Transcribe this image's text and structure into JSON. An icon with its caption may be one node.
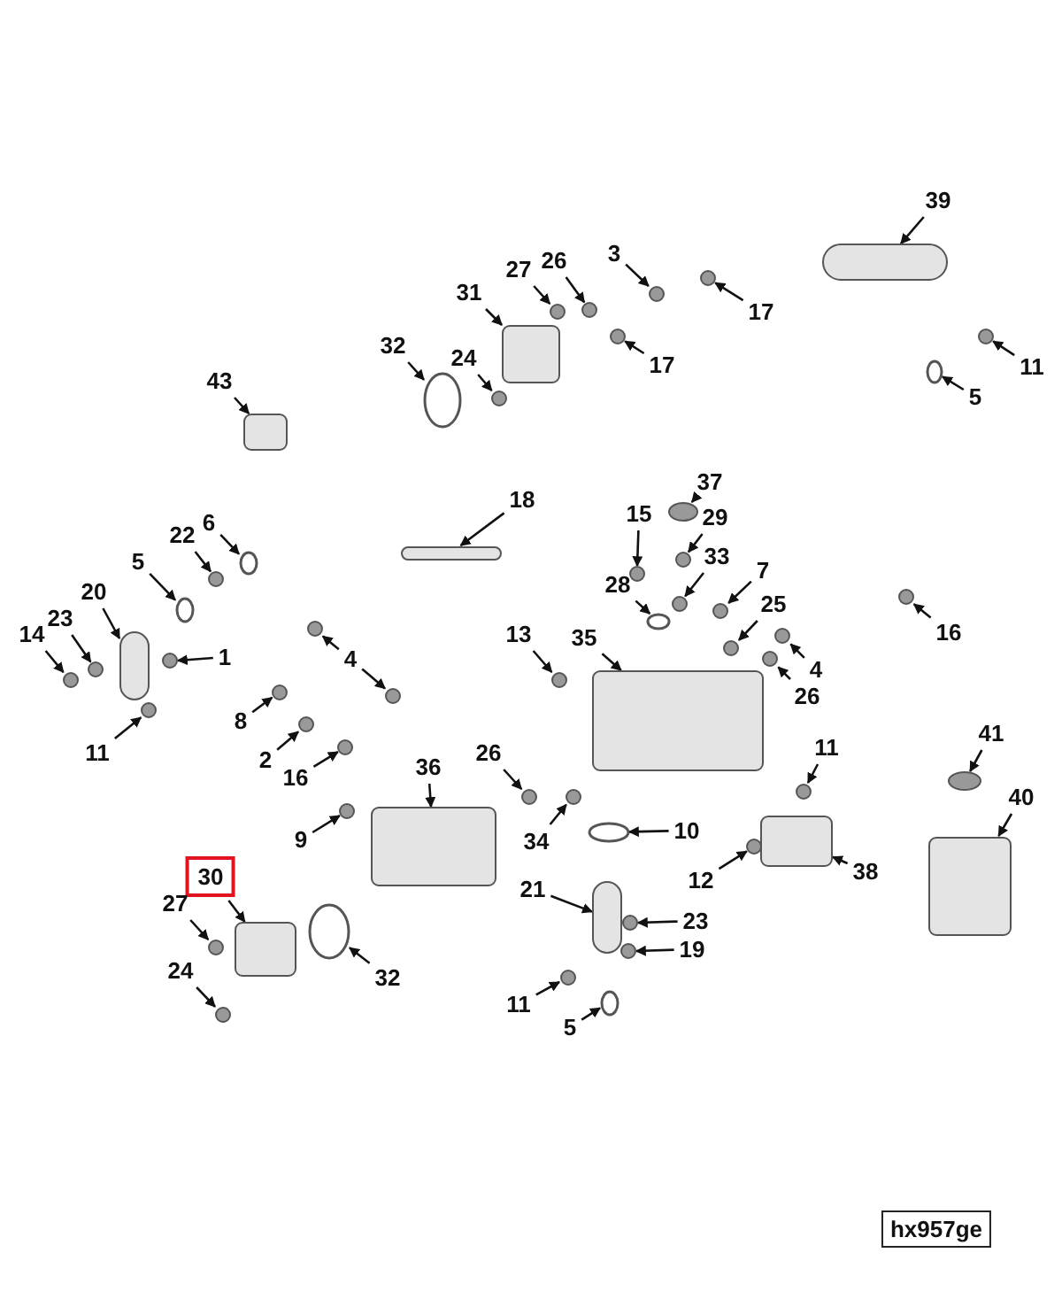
{
  "diagram": {
    "nodes": [
      {
        "text": [
          "39"
        ]
      },
      {
        "text": [
          "27"
        ]
      },
      {
        "text": [
          "26"
        ]
      },
      {
        "text": [
          "3"
        ]
      },
      {
        "text": [
          "17"
        ]
      },
      {
        "text": [
          "31"
        ]
      },
      {
        "text": [
          "11"
        ]
      },
      {
        "text": [
          "32"
        ]
      },
      {
        "text": [
          "24"
        ]
      },
      {
        "text": [
          "17"
        ]
      },
      {
        "text": [
          "5"
        ]
      },
      {
        "text": [
          "43"
        ]
      },
      {
        "text": [
          "18"
        ]
      },
      {
        "text": [
          "37"
        ]
      },
      {
        "text": [
          "15"
        ]
      },
      {
        "text": [
          "29"
        ]
      },
      {
        "text": [
          "22"
        ]
      },
      {
        "text": [
          "6"
        ]
      },
      {
        "text": [
          "33"
        ]
      },
      {
        "text": [
          "5"
        ]
      },
      {
        "text": [
          "28"
        ]
      },
      {
        "text": [
          "7"
        ]
      },
      {
        "text": [
          "20"
        ]
      },
      {
        "text": [
          "25"
        ]
      },
      {
        "text": [
          "14"
        ]
      },
      {
        "text": [
          "23"
        ]
      },
      {
        "text": [
          "13"
        ]
      },
      {
        "text": [
          "35"
        ]
      },
      {
        "text": [
          "16"
        ]
      },
      {
        "text": [
          "4"
        ]
      },
      {
        "text": [
          "1"
        ]
      },
      {
        "text": [
          "4"
        ]
      },
      {
        "text": [
          "26"
        ]
      },
      {
        "text": [
          "8"
        ]
      },
      {
        "text": [
          "11"
        ]
      },
      {
        "text": [
          "2"
        ]
      },
      {
        "text": [
          "16"
        ]
      },
      {
        "text": [
          "36"
        ]
      },
      {
        "text": [
          "26"
        ]
      },
      {
        "text": [
          "11"
        ]
      },
      {
        "text": [
          "41"
        ]
      },
      {
        "text": [
          "40"
        ]
      },
      {
        "text": [
          "34"
        ]
      },
      {
        "text": [
          "10"
        ]
      },
      {
        "text": [
          "9"
        ]
      },
      {
        "text": [
          "12"
        ]
      },
      {
        "text": [
          "38"
        ]
      },
      {
        "text": [
          "30"
        ]
      },
      {
        "text": [
          "21"
        ]
      },
      {
        "text": [
          "27"
        ]
      },
      {
        "text": [
          "23"
        ]
      },
      {
        "text": [
          "32"
        ]
      },
      {
        "text": [
          "19"
        ]
      },
      {
        "text": [
          "24"
        ]
      },
      {
        "text": [
          "11"
        ]
      },
      {
        "text": [
          "5"
        ]
      },
      {
        "text": [
          "hx957ge"
        ]
      },
      {
        "text": [],
        "shape": "box"
      },
      {
        "text": [],
        "shape": "circle"
      },
      {
        "text": [],
        "shape": "circle"
      },
      {
        "text": [],
        "shape": "circle"
      },
      {
        "text": [],
        "shape": "circle"
      },
      {
        "text": [],
        "shape": "box"
      },
      {
        "text": [],
        "shape": "circle"
      },
      {
        "text": [],
        "shape": "circle"
      },
      {
        "text": [],
        "shape": "circle"
      },
      {
        "text": [],
        "shape": "circle"
      },
      {
        "text": [],
        "shape": "circle"
      },
      {
        "text": [],
        "shape": "box"
      },
      {
        "text": [],
        "shape": "box"
      },
      {
        "text": [],
        "shape": "circle"
      },
      {
        "text": [],
        "shape": "circle"
      },
      {
        "text": [],
        "shape": "circle"
      },
      {
        "text": [],
        "shape": "circle"
      },
      {
        "text": [],
        "shape": "circle"
      },
      {
        "text": [],
        "shape": "circle"
      },
      {
        "text": [],
        "shape": "circle"
      },
      {
        "text": [],
        "shape": "circle"
      },
      {
        "text": [],
        "shape": "circle"
      },
      {
        "text": [],
        "shape": "box"
      },
      {
        "text": [],
        "shape": "circle"
      },
      {
        "text": [],
        "shape": "circle"
      },
      {
        "text": [],
        "shape": "circle"
      },
      {
        "text": [],
        "shape": "circle"
      },
      {
        "text": [],
        "shape": "box"
      },
      {
        "text": [],
        "shape": "circle"
      },
      {
        "text": [],
        "shape": "circle"
      },
      {
        "text": [],
        "shape": "circle"
      },
      {
        "text": [],
        "shape": "circle"
      },
      {
        "text": [],
        "shape": "circle"
      },
      {
        "text": [],
        "shape": "circle"
      },
      {
        "text": [],
        "shape": "circle"
      },
      {
        "text": [],
        "shape": "circle"
      },
      {
        "text": [],
        "shape": "circle"
      },
      {
        "text": [],
        "shape": "circle"
      },
      {
        "text": [],
        "shape": "box"
      },
      {
        "text": [],
        "shape": "circle"
      },
      {
        "text": [],
        "shape": "circle"
      },
      {
        "text": [],
        "shape": "circle"
      },
      {
        "text": [],
        "shape": "box"
      },
      {
        "text": [],
        "shape": "circle"
      },
      {
        "text": [],
        "shape": "circle"
      },
      {
        "text": [],
        "shape": "circle"
      },
      {
        "text": [],
        "shape": "circle"
      },
      {
        "text": [],
        "shape": "box"
      },
      {
        "text": [],
        "shape": "box"
      },
      {
        "text": [],
        "shape": "box"
      },
      {
        "text": [],
        "shape": "circle"
      },
      {
        "text": [],
        "shape": "circle"
      },
      {
        "text": [],
        "shape": "circle"
      },
      {
        "text": [],
        "shape": "circle"
      },
      {
        "text": [],
        "shape": "circle"
      },
      {
        "text": [],
        "shape": "circle"
      },
      {
        "text": [],
        "shape": "circle"
      }
    ],
    "edges": [
      {
        "from": 0,
        "to": 57,
        "arrow": "to"
      },
      {
        "from": 1,
        "to": 58,
        "arrow": "to"
      },
      {
        "from": 2,
        "to": 59,
        "arrow": "to"
      },
      {
        "from": 3,
        "to": 60,
        "arrow": "to"
      },
      {
        "from": 4,
        "to": 61,
        "arrow": "to"
      },
      {
        "from": 5,
        "to": 62,
        "arrow": "to"
      },
      {
        "from": 6,
        "to": 63,
        "arrow": "to"
      },
      {
        "from": 7,
        "to": 64,
        "arrow": "to"
      },
      {
        "from": 8,
        "to": 65,
        "arrow": "to"
      },
      {
        "from": 9,
        "to": 66,
        "arrow": "to"
      },
      {
        "from": 10,
        "to": 67,
        "arrow": "to"
      },
      {
        "from": 11,
        "to": 68,
        "arrow": "to"
      },
      {
        "from": 12,
        "to": 69,
        "arrow": "to"
      },
      {
        "from": 13,
        "to": 70,
        "arrow": "to"
      },
      {
        "from": 14,
        "to": 71,
        "arrow": "to"
      },
      {
        "from": 15,
        "to": 72,
        "arrow": "to"
      },
      {
        "from": 16,
        "to": 73,
        "arrow": "to"
      },
      {
        "from": 17,
        "to": 74,
        "arrow": "to"
      },
      {
        "from": 18,
        "to": 75,
        "arrow": "to"
      },
      {
        "from": 19,
        "to": 76,
        "arrow": "to"
      },
      {
        "from": 20,
        "to": 77,
        "arrow": "to"
      },
      {
        "from": 21,
        "to": 78,
        "arrow": "to"
      },
      {
        "from": 22,
        "to": 79,
        "arrow": "to"
      },
      {
        "from": 23,
        "to": 80,
        "arrow": "to"
      },
      {
        "from": 24,
        "to": 81,
        "arrow": "to"
      },
      {
        "from": 25,
        "to": 82,
        "arrow": "to"
      },
      {
        "from": 26,
        "to": 83,
        "arrow": "to"
      },
      {
        "from": 27,
        "to": 84,
        "arrow": "to"
      },
      {
        "from": 28,
        "to": 85,
        "arrow": "to"
      },
      {
        "from": 29,
        "to": 86,
        "arrow": "to"
      },
      {
        "from": 30,
        "to": 87,
        "arrow": "to"
      },
      {
        "from": 31,
        "to": 88,
        "arrow": "to"
      },
      {
        "from": 31,
        "to": 89,
        "arrow": "to"
      },
      {
        "from": 32,
        "to": 90,
        "arrow": "to"
      },
      {
        "from": 33,
        "to": 91,
        "arrow": "to"
      },
      {
        "from": 34,
        "to": 92,
        "arrow": "to"
      },
      {
        "from": 35,
        "to": 93,
        "arrow": "to"
      },
      {
        "from": 36,
        "to": 94,
        "arrow": "to"
      },
      {
        "from": 37,
        "to": 95,
        "arrow": "to"
      },
      {
        "from": 38,
        "to": 96,
        "arrow": "to"
      },
      {
        "from": 39,
        "to": 97,
        "arrow": "to"
      },
      {
        "from": 40,
        "to": 98,
        "arrow": "to"
      },
      {
        "from": 41,
        "to": 99,
        "arrow": "to"
      },
      {
        "from": 42,
        "to": 100,
        "arrow": "to"
      },
      {
        "from": 43,
        "to": 101,
        "arrow": "to"
      },
      {
        "from": 44,
        "to": 102,
        "arrow": "to"
      },
      {
        "from": 45,
        "to": 103,
        "arrow": "to"
      },
      {
        "from": 46,
        "to": 104,
        "arrow": "to"
      },
      {
        "from": 47,
        "to": 105,
        "arrow": "to"
      },
      {
        "from": 48,
        "to": 106,
        "arrow": "to"
      },
      {
        "from": 49,
        "to": 107,
        "arrow": "to"
      },
      {
        "from": 50,
        "to": 108,
        "arrow": "to"
      },
      {
        "from": 51,
        "to": 109,
        "arrow": "to"
      },
      {
        "from": 52,
        "to": 110,
        "arrow": "to"
      },
      {
        "from": 53,
        "to": 111,
        "arrow": "to"
      },
      {
        "from": 54,
        "to": 112,
        "arrow": "to"
      },
      {
        "from": 55,
        "to": 113,
        "arrow": "to"
      }
    ]
  }
}
